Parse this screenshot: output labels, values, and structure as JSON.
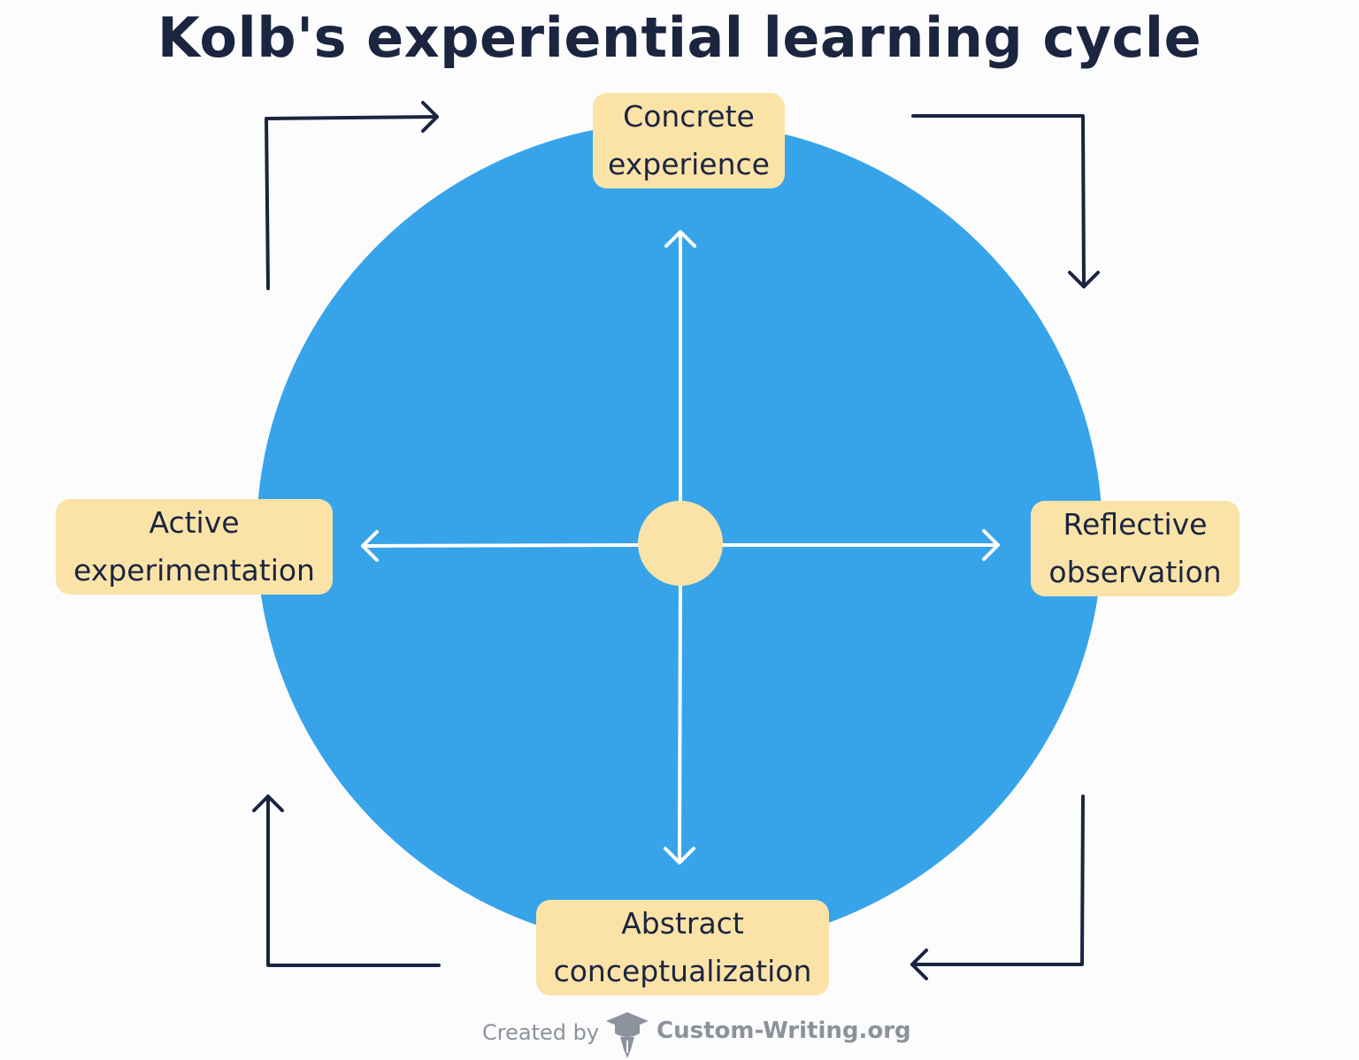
{
  "title": "Kolb's experiential learning cycle",
  "stages": {
    "top": [
      "Concrete",
      "experience"
    ],
    "right": [
      "Reflective",
      "observation"
    ],
    "bottom": [
      "Abstract",
      "conceptualization"
    ],
    "left": [
      "Active",
      "experimentation"
    ]
  },
  "credit": {
    "prefix": "Created by",
    "brand": "Custom-Writing.org",
    "logo_icon": "graduation-cap-pen-icon"
  },
  "colors": {
    "circle": "#37a4ea",
    "label_box": "#fbe3a8",
    "center_dot": "#fbe3a8",
    "text": "#1b2540",
    "inner_arrows": "#ffffff",
    "outer_arrows": "#1b2540",
    "credit_text": "#8c929c"
  }
}
